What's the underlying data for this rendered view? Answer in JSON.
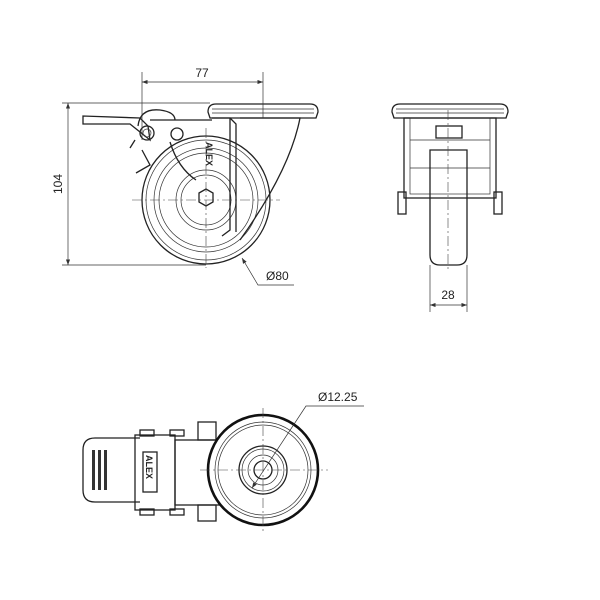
{
  "dimensions": {
    "offset": "77",
    "height": "104",
    "wheel_diameter": "Ø80",
    "wheel_width": "28",
    "bore_diameter": "Ø12.25"
  },
  "brand": "ALEX",
  "colors": {
    "line": "#222222",
    "background": "#ffffff"
  }
}
